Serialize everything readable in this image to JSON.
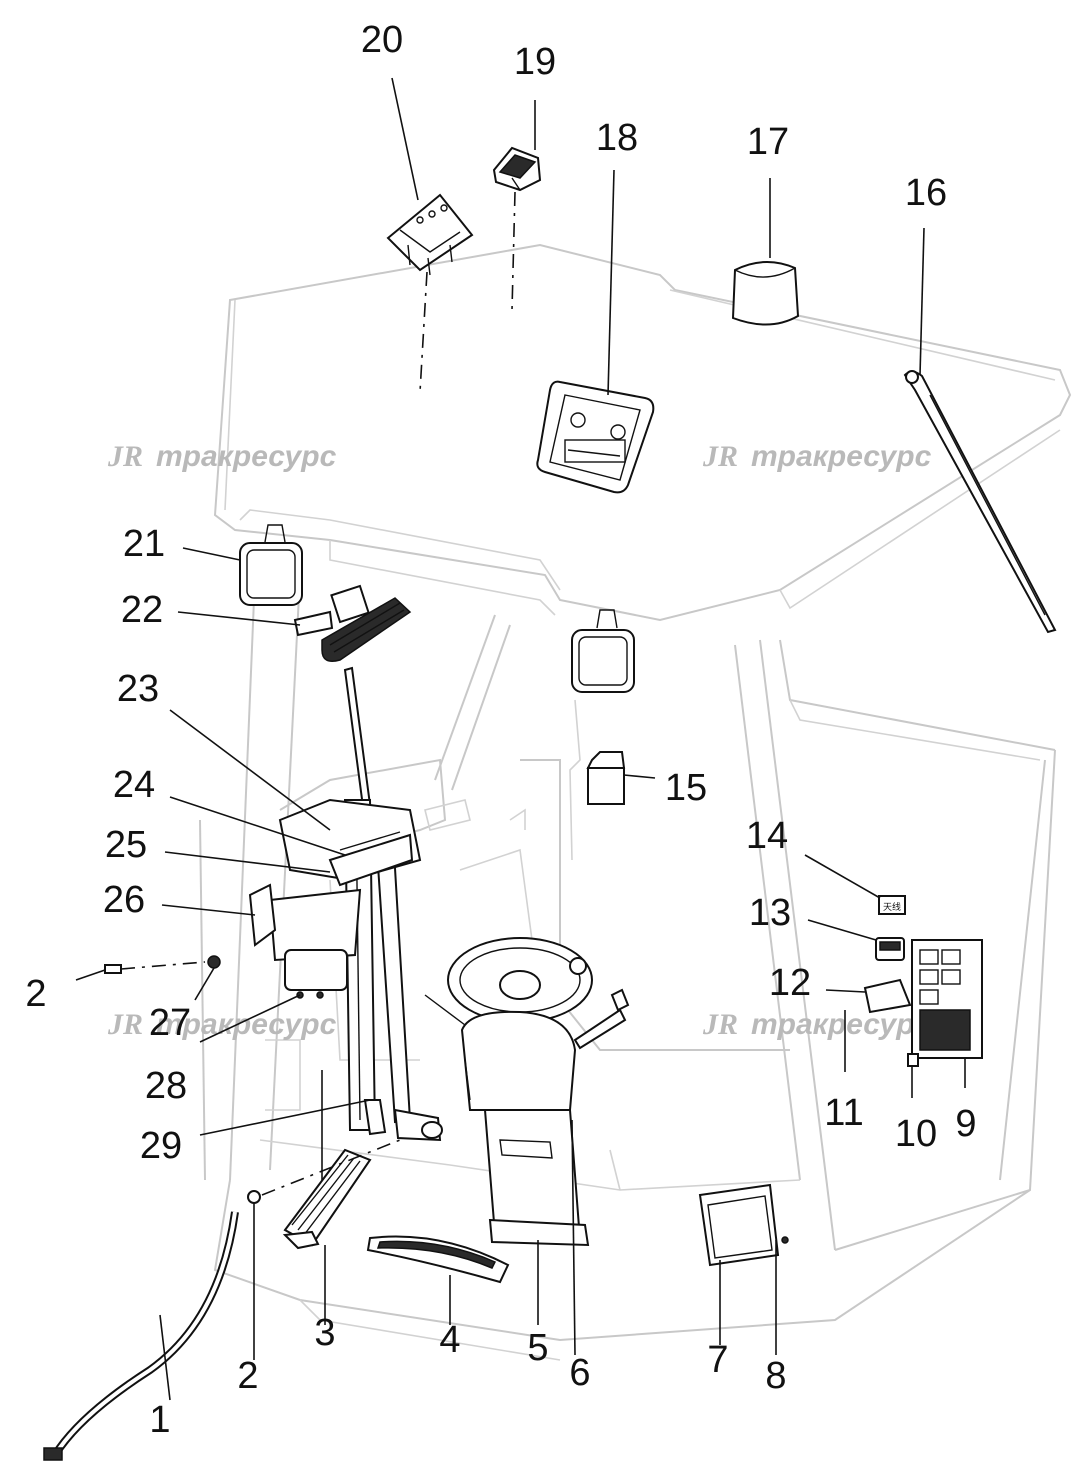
{
  "watermark": {
    "logo_mark": "JR",
    "text": "тракресурс"
  },
  "callouts": {
    "c1": "1",
    "c2a": "2",
    "c2b": "2",
    "c3": "3",
    "c4": "4",
    "c5": "5",
    "c6": "6",
    "c7": "7",
    "c8": "8",
    "c9": "9",
    "c10": "10",
    "c11": "11",
    "c12": "12",
    "c13": "13",
    "c14": "14",
    "c15": "15",
    "c16": "16",
    "c17": "17",
    "c18": "18",
    "c19": "19",
    "c20": "20",
    "c21": "21",
    "c22": "22",
    "c23": "23",
    "c24": "24",
    "c25": "25",
    "c26": "26",
    "c27": "27",
    "c28": "28",
    "c29": "29"
  },
  "part_14_marking": "天线"
}
